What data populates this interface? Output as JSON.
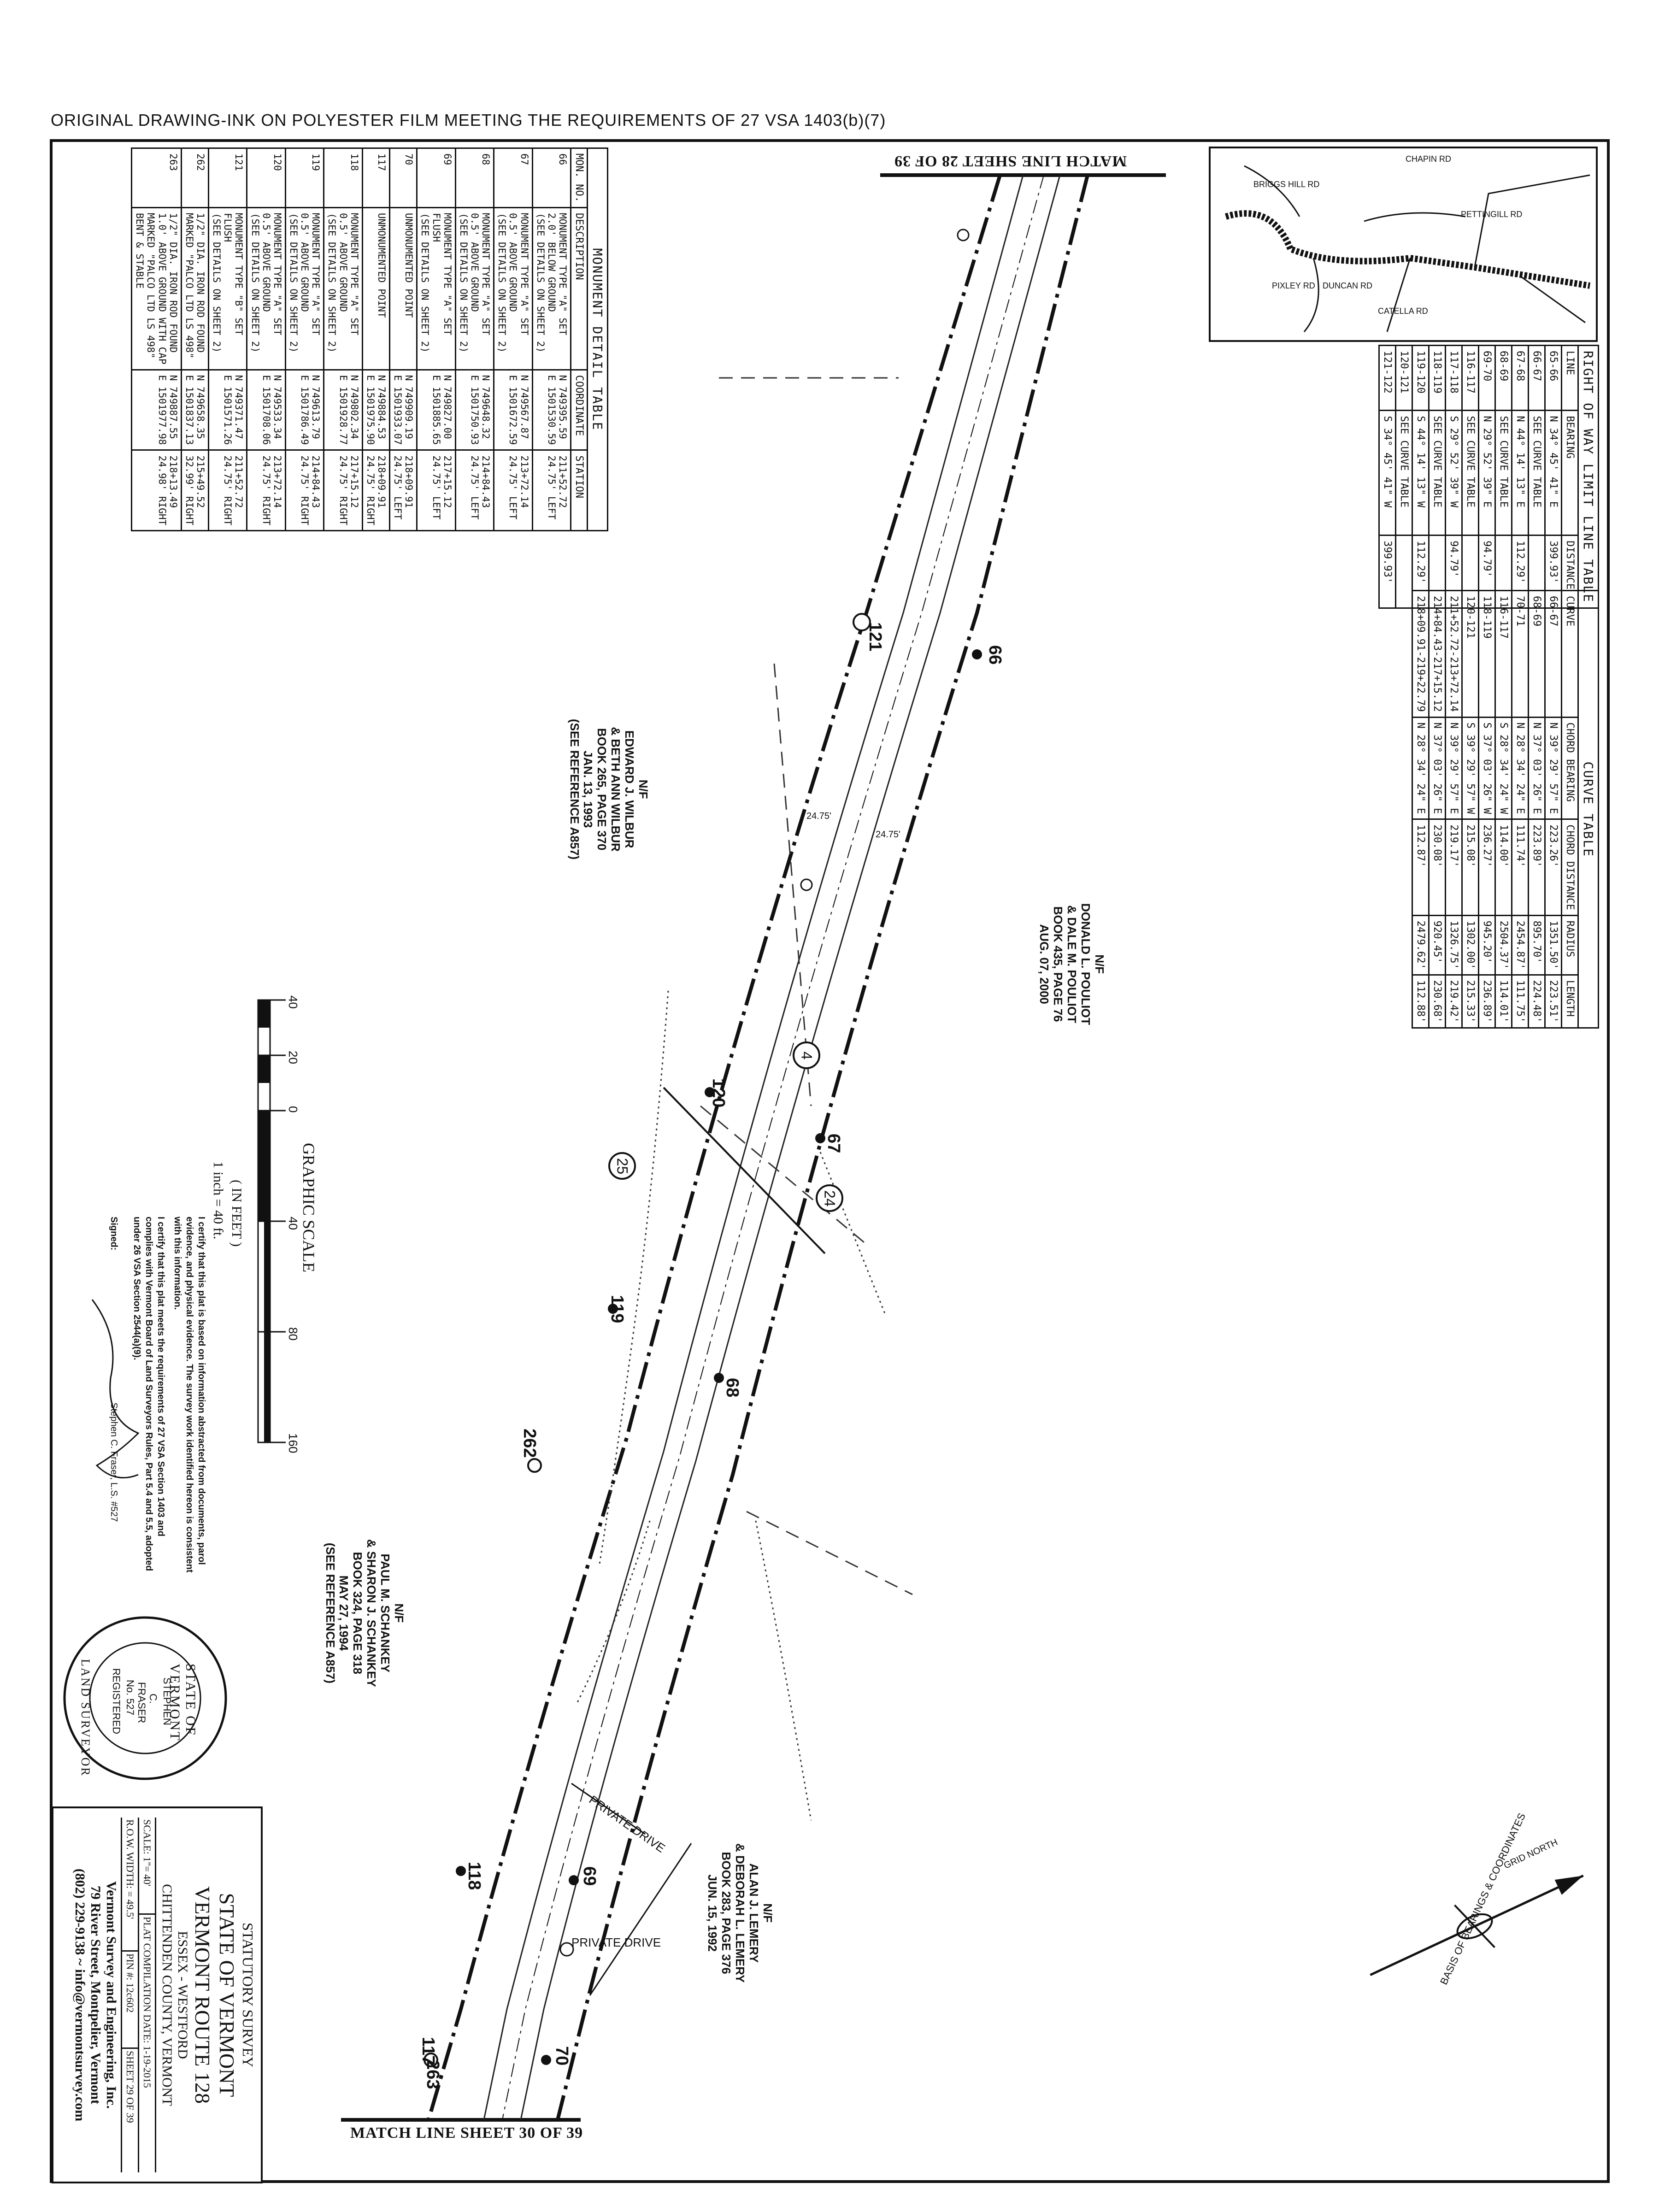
{
  "header": {
    "note": "ORIGINAL DRAWING-INK ON POLYESTER FILM MEETING THE REQUIREMENTS OF 27 VSA 1403(b)(7)"
  },
  "match_lines": {
    "top": "MATCH LINE SHEET 28 OF 39",
    "bottom": "MATCH LINE SHEET 30 OF 39"
  },
  "row_table": {
    "title": "RIGHT OF WAY LIMIT LINE TABLE",
    "headers": [
      "LINE",
      "BEARING",
      "DISTANCE"
    ],
    "rows": [
      [
        "65-66",
        "N 34° 45' 41\" E",
        "399.93'"
      ],
      [
        "66-67",
        "SEE CURVE TABLE",
        ""
      ],
      [
        "67-68",
        "N 44° 14' 13\" E",
        "112.29'"
      ],
      [
        "68-69",
        "SEE CURVE TABLE",
        ""
      ],
      [
        "69-70",
        "N 29° 52' 39\" E",
        "94.79'"
      ],
      [
        "116-117",
        "SEE CURVE TABLE",
        ""
      ],
      [
        "117-118",
        "S 29° 52' 39\" W",
        "94.79'"
      ],
      [
        "118-119",
        "SEE CURVE TABLE",
        ""
      ],
      [
        "119-120",
        "S 44° 14' 13\" W",
        "112.29'"
      ],
      [
        "120-121",
        "SEE CURVE TABLE",
        ""
      ],
      [
        "121-122",
        "S 34° 45' 41\" W",
        "399.93'"
      ]
    ]
  },
  "curve_table": {
    "title": "CURVE TABLE",
    "headers": [
      "CURVE",
      "CHORD BEARING",
      "CHORD DISTANCE",
      "RADIUS",
      "LENGTH"
    ],
    "rows": [
      [
        "66-67",
        "N 39° 29' 57\" E",
        "223.26'",
        "1351.50'",
        "223.51'"
      ],
      [
        "68-69",
        "N 37° 03' 26\" E",
        "223.89'",
        "895.70'",
        "224.48'"
      ],
      [
        "70-71",
        "N 28° 34' 24\" E",
        "111.74'",
        "2454.87'",
        "111.75'"
      ],
      [
        "116-117",
        "S 28° 34' 24\" W",
        "114.00'",
        "2504.37'",
        "114.01'"
      ],
      [
        "118-119",
        "S 37° 03' 26\" W",
        "236.27'",
        "945.20'",
        "236.89'"
      ],
      [
        "120-121",
        "S 39° 29' 57\" W",
        "215.08'",
        "1302.00'",
        "215.33'"
      ],
      [
        "211+52.72-213+72.14",
        "N 39° 29' 57\" E",
        "219.17'",
        "1326.75'",
        "219.42'"
      ],
      [
        "214+84.43-217+15.12",
        "N 37° 03' 26\" E",
        "230.08'",
        "920.45'",
        "230.68'"
      ],
      [
        "218+09.91-219+22.79",
        "N 28° 34' 24\" E",
        "112.87'",
        "2479.62'",
        "112.88'"
      ]
    ]
  },
  "monument_table": {
    "title": "MONUMENT DETAIL TABLE",
    "headers": [
      "MON. NO.",
      "DESCRIPTION",
      "COORDINATE",
      "STATION"
    ],
    "rows": [
      [
        "66",
        "MONUMENT TYPE \"A\" SET\n2.0' BELOW GROUND\n(SEE DETAILS ON SHEET 2)",
        "N 749395.59\nE 1501530.59",
        "211+52.72\n24.75' LEFT"
      ],
      [
        "67",
        "MONUMENT TYPE \"A\" SET\n0.5' ABOVE GROUND\n(SEE DETAILS ON SHEET 2)",
        "N 749567.87\nE 1501672.59",
        "213+72.14\n24.75' LEFT"
      ],
      [
        "68",
        "MONUMENT TYPE \"A\" SET\n0.5' ABOVE GROUND\n(SEE DETAILS ON SHEET 2)",
        "N 749648.32\nE 1501750.93",
        "214+84.43\n24.75' LEFT"
      ],
      [
        "69",
        "MONUMENT TYPE \"A\" SET\nFLUSH\n(SEE DETAILS ON SHEET 2)",
        "N 749827.00\nE 1501885.65",
        "217+15.12\n24.75' LEFT"
      ],
      [
        "70",
        "UNMONUMENTED POINT",
        "N 749909.19\nE 1501933.07",
        "218+09.91\n24.75' LEFT"
      ],
      [
        "117",
        "UNMONUMENTED POINT",
        "N 749884.53\nE 1501975.90",
        "218+09.91\n24.75' RIGHT"
      ],
      [
        "118",
        "MONUMENT TYPE \"A\" SET\n0.5' ABOVE GROUND\n(SEE DETAILS ON SHEET 2)",
        "N 749802.34\nE 1501928.77",
        "217+15.12\n24.75' RIGHT"
      ],
      [
        "119",
        "MONUMENT TYPE \"A\" SET\n0.5' ABOVE GROUND\n(SEE DETAILS ON SHEET 2)",
        "N 749613.79\nE 1501786.49",
        "214+84.43\n24.75' RIGHT"
      ],
      [
        "120",
        "MONUMENT TYPE \"A\" SET\n0.5' ABOVE GROUND\n(SEE DETAILS ON SHEET 2)",
        "N 749533.34\nE 1501708.06",
        "213+72.14\n24.75' RIGHT"
      ],
      [
        "121",
        "MONUMENT TYPE \"B\" SET\nFLUSH\n(SEE DETAILS ON SHEET 2)",
        "N 749371.47\nE 1501571.26",
        "211+52.72\n24.75' RIGHT"
      ],
      [
        "262",
        "1/2\" DIA. IRON ROD FOUND\nMARKED \"PALCO LTD LS 498\"",
        "N 749658.35\nE 1501837.13",
        "215+49.52\n32.99' RIGHT"
      ],
      [
        "263",
        "1/2\" DIA. IRON ROD FOUND\n1.0' ABOVE GROUND WITH CAP\nMARKED \"PALCO LTD LS 498\"\nBENT & STABLE",
        "N 749887.55\nE 1501977.98",
        "218+13.49\n24.98' RIGHT"
      ]
    ]
  },
  "owners": [
    "N/F\nDONALD L. POULIOT\n& DALE M. POULIOT\nBOOK 435, PAGE 76\nAUG. 07, 2000",
    "N/F\nEDWARD J. WILBUR\n& BETH ANN WILBUR\nBOOK 265, PAGE 370\nJAN. 13, 1993\n(SEE REFERENCE A857)",
    "N/F\nPAUL M. SCHANKEY\n& SHARON J. SCHANKEY\nBOOK 324, PAGE 318\nMAY 27, 1994\n(SEE REFERENCE A857)",
    "N/F\nALAN J. LEMERY\n& DEBORAH L. LEMERY\nBOOK 283, PAGE 376\nJUN. 15, 1992"
  ],
  "monument_labels": [
    "66",
    "67",
    "68",
    "69",
    "70",
    "117",
    "118",
    "119",
    "120",
    "121",
    "262",
    "263"
  ],
  "parcel_numbers": [
    "4",
    "24",
    "25"
  ],
  "drive_labels": [
    "PRIVATE DRIVE",
    "PRIVATE DRIVE"
  ],
  "width_labels": [
    "24.75'",
    "24.75'"
  ],
  "scale": {
    "title": "GRAPHIC SCALE",
    "ticks": [
      "40",
      "20",
      "0",
      "40",
      "80",
      "160"
    ],
    "units": "( IN FEET )",
    "ratio": "1 inch = 40 ft."
  },
  "certification": {
    "p1": "I certify that this plat is based on information abstracted from documents, parol evidence, and physical evidence. The survey work identified hereon is consistent with this information.",
    "p2": "I certify that this plat meets the requirements of 27 VSA Section 1403 and complies with Vermont Board of Land Surveyors Rules, Part 5.4 and 5.5, adopted under 26 VSA Section 2544(a)(9).",
    "signed": "Signed:",
    "surveyor": "Stephen C. Fraser, L.S. #527"
  },
  "seal": {
    "top": "STATE OF VERMONT",
    "name1": "STEPHEN",
    "name2": "C.",
    "name3": "FRASER",
    "number": "No. 527",
    "reg": "REGISTERED",
    "bottom": "LAND SURVEYOR"
  },
  "title_block": {
    "type": "STATUTORY SURVEY",
    "state": "STATE OF VERMONT",
    "route": "VERMONT ROUTE 128",
    "towns": "ESSEX - WESTFORD",
    "county": "CHITTENDEN COUNTY, VERMONT",
    "scale": "SCALE: 1\"= 40'",
    "plat_date": "PLAT COMPILATION DATE: 1-19-2015",
    "row_width": "R.O.W. WIDTH: = 49.5'",
    "pin": "PIN #: 12c602",
    "sheet": "SHEET 29 OF 39",
    "firm": "Vermont Survey and Engineering, Inc.",
    "address": "79 River Street, Montpelier, Vermont",
    "contact": "(802) 229-9138 ~ info@vermontsurvey.com"
  },
  "location_map_labels": [
    "CHAPIN RD",
    "PETTINGILL RD",
    "CATELLA RD",
    "BRIGGS HILL RD",
    "PIXLEY RD",
    "DUNCAN RD"
  ],
  "basis_of_bearing": "BASIS OF BEARINGS & COORDINATES",
  "north_arrow": "GRID NORTH"
}
